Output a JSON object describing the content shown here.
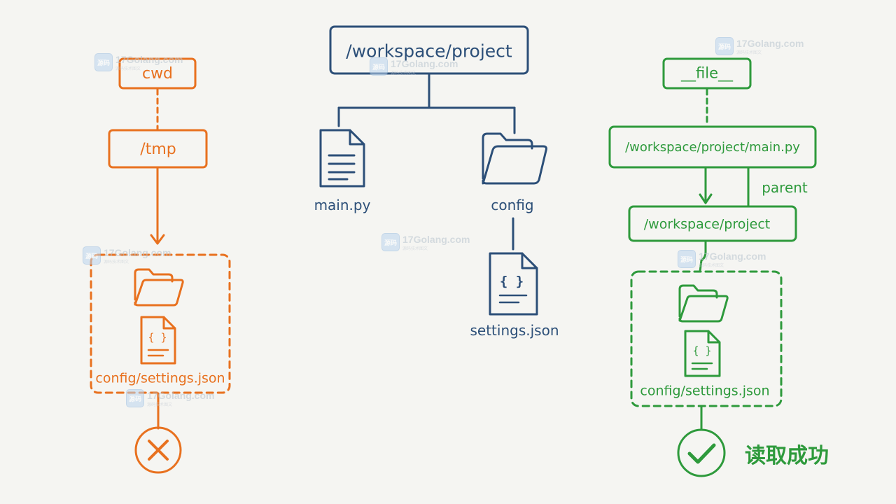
{
  "colors": {
    "orange": "#e8711f",
    "blue": "#2c4f78",
    "green": "#2e9a3c",
    "background": "#f5f5f2"
  },
  "left_panel": {
    "cwd_label": "cwd",
    "tmp_label": "/tmp",
    "target_label": "config/settings.json",
    "result_icon": "cross-icon"
  },
  "center_panel": {
    "root_label": "/workspace/project",
    "main_file_label": "main.py",
    "config_folder_label": "config",
    "settings_file_label": "settings.json"
  },
  "right_panel": {
    "file_label": "__file__",
    "file_path_label": "/workspace/project/main.py",
    "parent_label": "parent",
    "parent_path_label": "/workspace/project",
    "target_label": "config/settings.json",
    "success_label": "读取成功",
    "result_icon": "check-icon"
  },
  "watermark": {
    "name": "17Golang.com",
    "sub": "源码技术图文",
    "logo": "源码"
  }
}
